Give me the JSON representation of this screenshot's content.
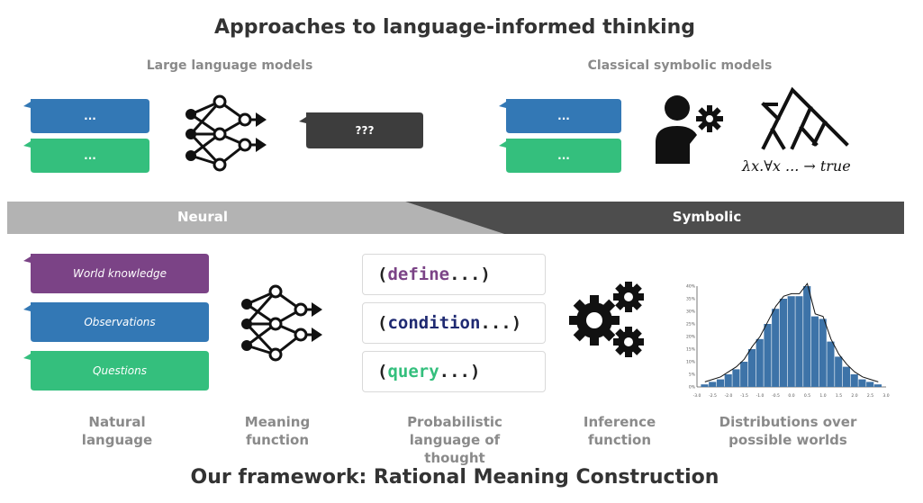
{
  "title": "Approaches to language-informed thinking",
  "footer": "Our framework: Rational Meaning Construction",
  "colors": {
    "blue": "#3378b5",
    "green": "#34bf7d",
    "purple": "#7b4386",
    "dark": "#3d3d3d",
    "grey_banner": "#b3b3b3",
    "dark_banner": "#4d4d4d",
    "code_purple": "#7b4386",
    "code_navy": "#1f2a72",
    "code_green": "#34bf7d"
  },
  "llm": {
    "heading": "Large language models",
    "bubbles": [
      "...",
      "..."
    ],
    "output": "???"
  },
  "symbolic": {
    "heading": "Classical symbolic models",
    "bubbles": [
      "...",
      "..."
    ],
    "formula": "λx.∀x ... → true"
  },
  "banner": {
    "left": "Neural",
    "right": "Symbolic"
  },
  "framework": {
    "inputs": [
      "World knowledge",
      "Observations",
      "Questions"
    ],
    "code": [
      {
        "keyword": "define",
        "rest": " ...)"
      },
      {
        "keyword": "condition",
        "rest": " ...)"
      },
      {
        "keyword": "query",
        "rest": " ...)"
      }
    ],
    "captions": [
      "Natural language",
      "Meaning function",
      "Probabilistic language of thought",
      "Inference function",
      "Distributions over possible worlds"
    ]
  },
  "chart_data": {
    "type": "bar",
    "categories": [
      "-3.0",
      "-2.5",
      "-2.0",
      "-1.5",
      "-1.0",
      "-0.5",
      "0.0",
      "0.5",
      "1.0",
      "1.5",
      "2.0",
      "2.5",
      "3.0"
    ],
    "x_ticks": [
      "-3.0",
      "-2.5",
      "-2.0",
      "-1.5",
      "-1.0",
      "-0.5",
      "0.0",
      "0.5",
      "1.0",
      "1.5",
      "2.0",
      "2.5",
      "3.0"
    ],
    "y_ticks": [
      "0%",
      "5%",
      "10%",
      "15%",
      "20%",
      "25%",
      "30%",
      "35%",
      "40%"
    ],
    "bins": [
      -2.75,
      -2.5,
      -2.25,
      -2.0,
      -1.75,
      -1.5,
      -1.25,
      -1.0,
      -0.75,
      -0.5,
      -0.25,
      0.0,
      0.25,
      0.5,
      0.75,
      1.0,
      1.25,
      1.5,
      1.75,
      2.0,
      2.25,
      2.5,
      2.75
    ],
    "values": [
      1,
      2,
      3,
      5,
      7,
      10,
      15,
      19,
      25,
      31,
      35,
      36,
      36,
      40,
      28,
      27,
      18,
      12,
      8,
      5,
      3,
      2,
      1
    ],
    "ylim": [
      0,
      40
    ],
    "xlim": [
      -3.0,
      3.0
    ],
    "grid": false
  }
}
